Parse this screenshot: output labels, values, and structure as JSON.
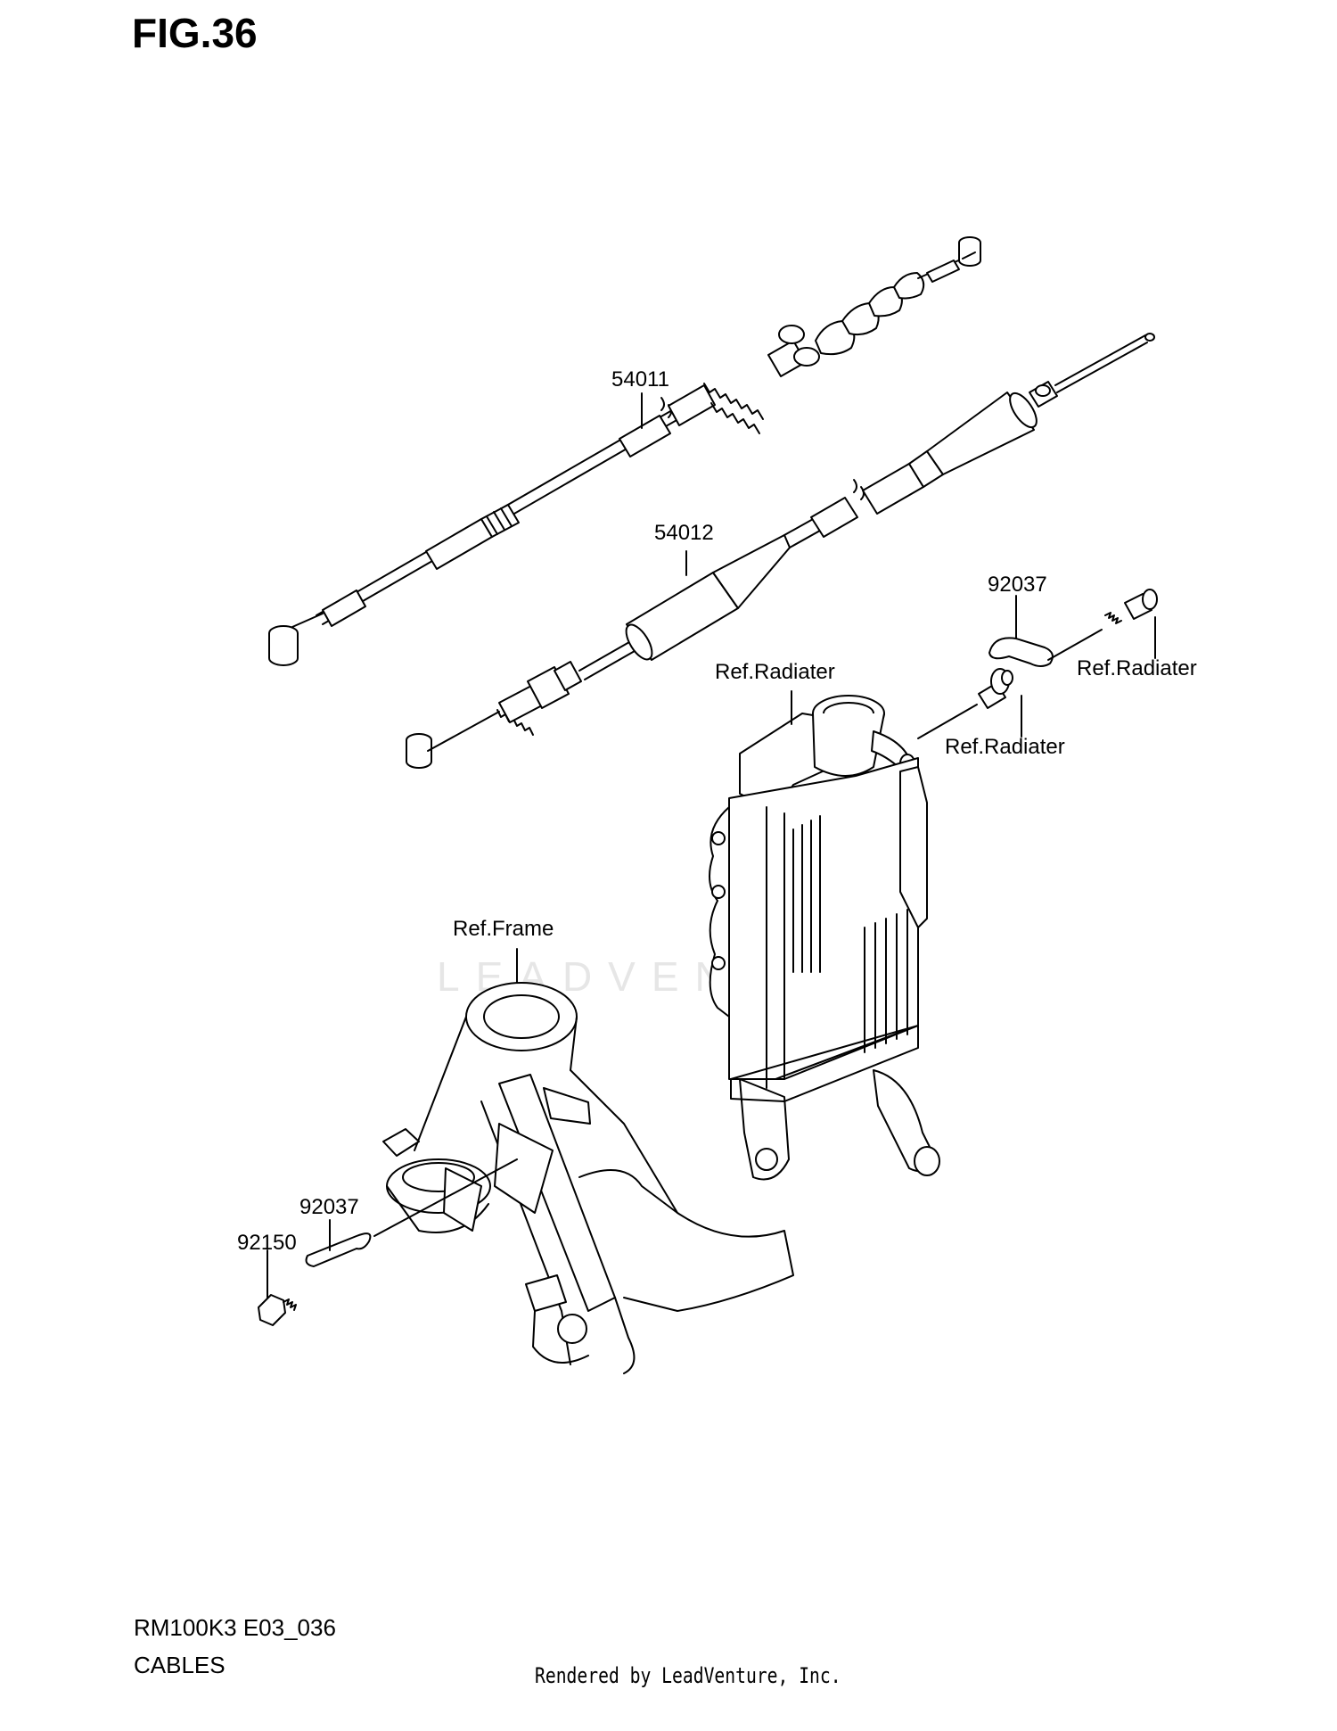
{
  "figure": {
    "title": "FIG.36"
  },
  "callouts": {
    "clutch_cable": "54011",
    "throttle_cable": "54012",
    "clamp_top": "92037",
    "radiator_ref_top": "Ref.Radiater",
    "radiator_ref_bolt": "Ref.Radiater",
    "radiator_ref_mid": "Ref.Radiater",
    "frame_ref": "Ref.Frame",
    "clamp_bottom": "92037",
    "bolt_bottom": "92150"
  },
  "footer": {
    "model_code": "RM100K3 E03_036",
    "section_name": "CABLES",
    "rendered_by": "Rendered by LeadVenture, Inc."
  },
  "watermark": {
    "text": "LEADVENTURE"
  }
}
